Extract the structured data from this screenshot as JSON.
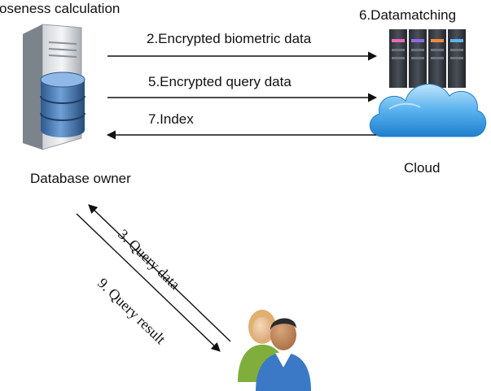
{
  "diagram": {
    "top_left_label": "oseness calculation",
    "top_right_label": "6.Datamatching",
    "arrows": {
      "encrypted_biometric": "2.Encrypted biometric data",
      "encrypted_query": "5.Encrypted query data",
      "index": "7.Index",
      "query_data": "3. Query data",
      "query_result": "9. Query result"
    },
    "nodes": {
      "database_owner": "Database owner",
      "cloud": "Cloud"
    },
    "icons": {
      "server": "server-database-icon",
      "cloud": "cloud-datacenter-icon",
      "users": "users-icon"
    },
    "colors": {
      "cloud_blue": "#3b9be0",
      "database_blue": "#3d6fa8",
      "line": "#111111"
    }
  }
}
